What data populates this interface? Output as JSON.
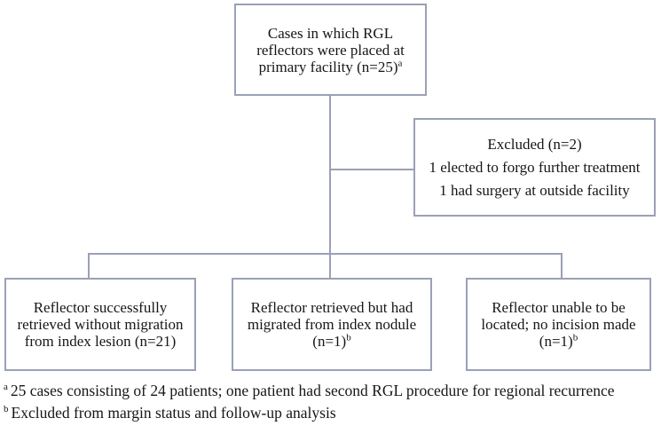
{
  "colors": {
    "border": "#9aa0b6",
    "text": "#161616",
    "background": "#ffffff"
  },
  "boxes": {
    "primary": {
      "lines": [
        "Cases in which RGL",
        "reflectors were placed at",
        "primary facility (n=25)"
      ],
      "sup": "a"
    },
    "excluded": {
      "lines": [
        "Excluded (n=2)",
        "1 elected to forgo further treatment",
        "1 had surgery at outside facility"
      ]
    },
    "retrieved": {
      "lines": [
        "Reflector successfully",
        "retrieved without migration",
        "from index lesion (n=21)"
      ]
    },
    "migrated": {
      "lines": [
        "Reflector retrieved but had",
        "migrated from index nodule",
        "(n=1)"
      ],
      "sup": "b"
    },
    "not_located": {
      "lines": [
        "Reflector unable to be",
        "located; no incision made",
        "(n=1)"
      ],
      "sup": "b"
    }
  },
  "footnotes": [
    {
      "sup": "a",
      "text": "25 cases consisting of 24 patients; one patient had second RGL procedure for regional recurrence"
    },
    {
      "sup": "b",
      "text": "Excluded from margin status and follow-up analysis"
    }
  ]
}
